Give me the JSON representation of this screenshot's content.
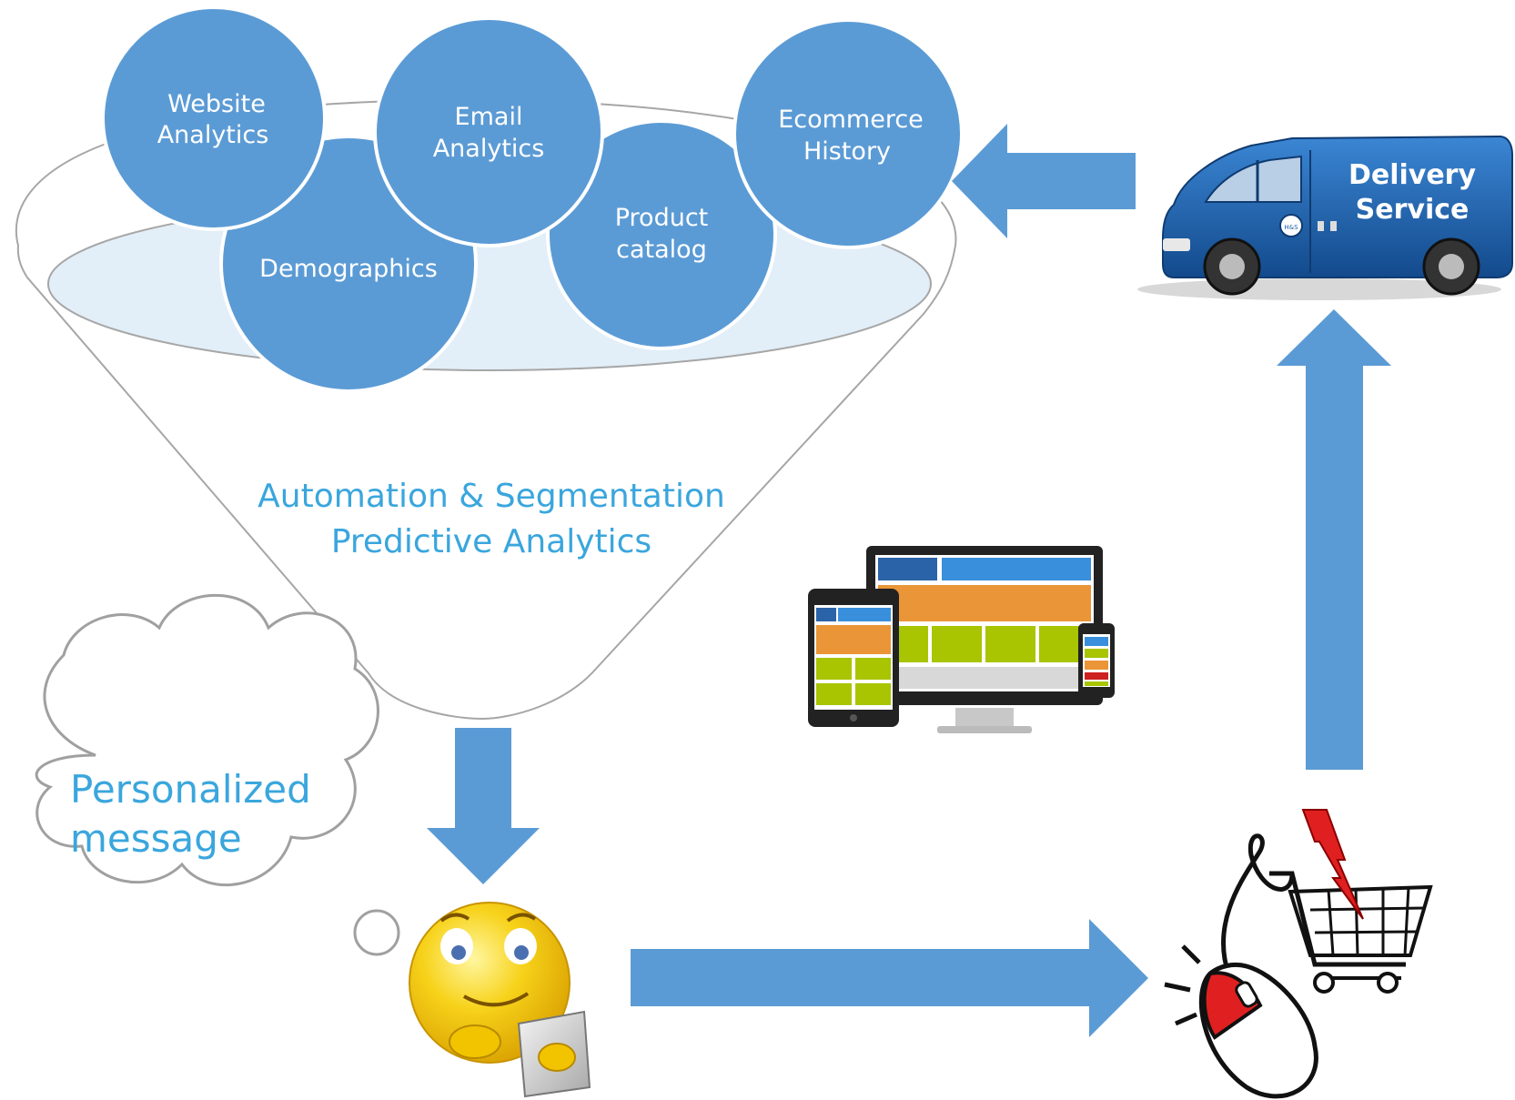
{
  "diagram": {
    "funnel": {
      "sources": [
        {
          "id": "website",
          "lines": [
            "Website",
            "Analytics"
          ]
        },
        {
          "id": "demographics",
          "lines": [
            "Demographics"
          ]
        },
        {
          "id": "email",
          "lines": [
            "Email",
            "Analytics"
          ]
        },
        {
          "id": "product",
          "lines": [
            "Product",
            "catalog"
          ]
        },
        {
          "id": "ecommerce",
          "lines": [
            "Ecommerce",
            "History"
          ]
        }
      ],
      "process_lines": [
        "Automation & Segmentation",
        "Predictive Analytics"
      ]
    },
    "thought_cloud": {
      "lines": [
        "Personalized",
        "message"
      ]
    },
    "van": {
      "lines": [
        "Delivery",
        "Service"
      ],
      "badge": "H&S"
    },
    "colors": {
      "bubble": "#5b9bd5",
      "arrow": "#5b9bd5",
      "accent_text": "#3aa6dd",
      "van_body": "#1f5fa8"
    },
    "icons": [
      "devices-icon",
      "smiley-tablet-icon",
      "mouse-cart-icon",
      "delivery-van-icon"
    ]
  }
}
